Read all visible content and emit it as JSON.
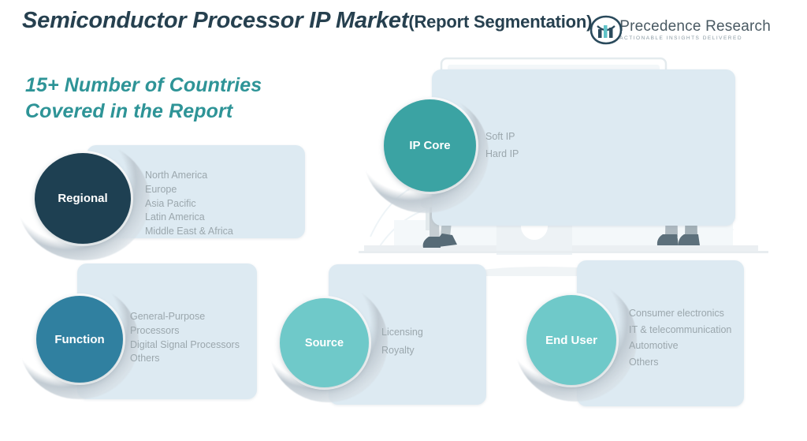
{
  "header": {
    "title_main": "Semiconductor Processor IP Market",
    "title_sub": "(Report Segmentation)",
    "title_color": "#26404f"
  },
  "logo": {
    "name": "Precedence Research",
    "tagline": "Actionable Insights Delivered",
    "mark_icon": "bar-chart-shield-icon"
  },
  "countries": {
    "headline_line1": "15+ Number of Countries",
    "headline_line2": "Covered in the Report",
    "headline_full": "15+ Number of Countries Covered in the Report",
    "accent_color": "#2e9497"
  },
  "segments": [
    {
      "id": "regional",
      "label": "Regional",
      "circle_color": "#1e4052",
      "card_color": "#ddeaf2",
      "items": [
        "North America",
        "Europe",
        "Asia Pacific",
        "Latin America",
        "Middle East & Africa"
      ]
    },
    {
      "id": "ip-core",
      "label": "IP Core",
      "circle_color": "#3ba3a3",
      "card_color": "#dcebf3",
      "items": [
        "Soft IP",
        "Hard IP"
      ]
    },
    {
      "id": "function",
      "label": "Function",
      "circle_color": "#3080a0",
      "card_color": "#dcebf3",
      "items": [
        "General-Purpose",
        "Processors",
        "Digital Signal Processors",
        "Others"
      ]
    },
    {
      "id": "source",
      "label": "Source",
      "circle_color": "#6fc9c9",
      "card_color": "#dcebf3",
      "items": [
        "Licensing",
        "Royalty"
      ]
    },
    {
      "id": "end-user",
      "label": "End User",
      "circle_color": "#6fc9c9",
      "card_color": "#dcebf3",
      "items": [
        "Consumer electronics",
        "IT & telecommunication",
        "Automotive",
        "Others"
      ]
    }
  ]
}
